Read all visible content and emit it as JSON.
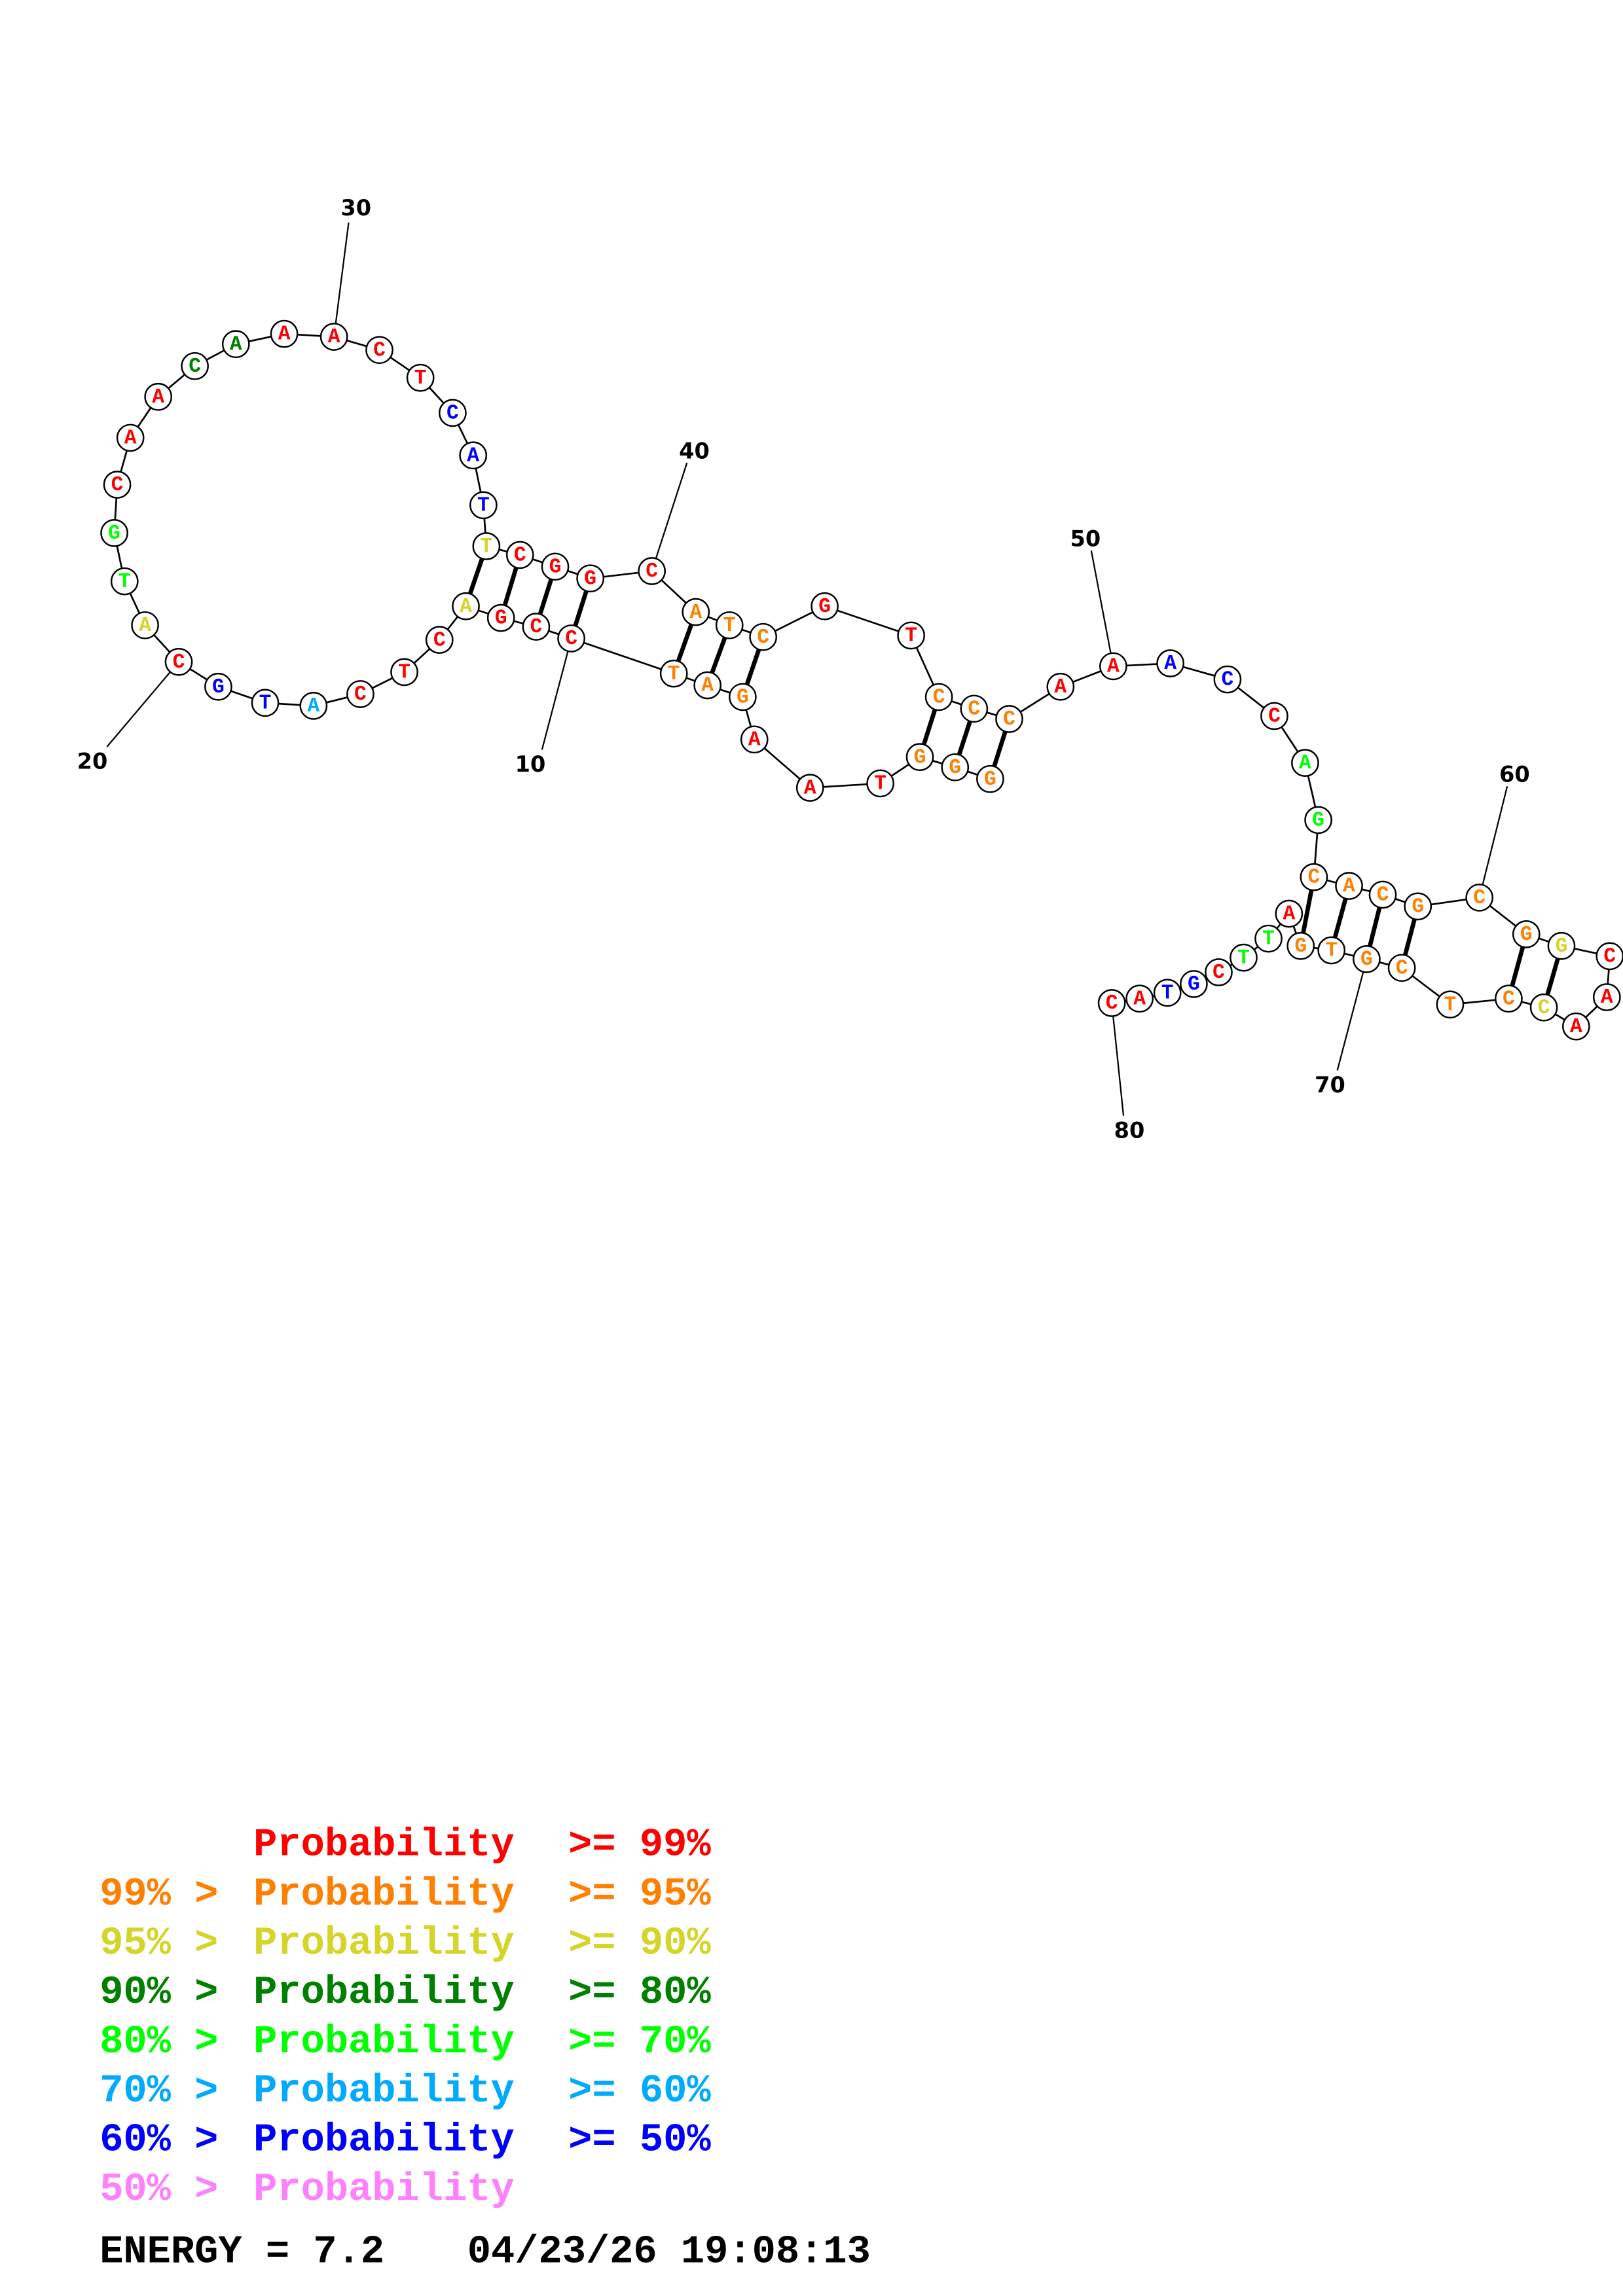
{
  "colors": {
    "p99": "#ff0000",
    "p95": "#ff8000",
    "p90": "#d4d42a",
    "p80": "#008000",
    "p70": "#00ff00",
    "p60": "#00aaff",
    "p50": "#0000ff",
    "plow": "#ff80ff"
  },
  "sequence": [
    {
      "n": 1,
      "base": "G",
      "c": "p95"
    },
    {
      "n": 2,
      "base": "G",
      "c": "p95"
    },
    {
      "n": 3,
      "base": "G",
      "c": "p95"
    },
    {
      "n": 4,
      "base": "T",
      "c": "p99"
    },
    {
      "n": 5,
      "base": "A",
      "c": "p99"
    },
    {
      "n": 6,
      "base": "A",
      "c": "p99"
    },
    {
      "n": 7,
      "base": "G",
      "c": "p95"
    },
    {
      "n": 8,
      "base": "A",
      "c": "p95"
    },
    {
      "n": 9,
      "base": "T",
      "c": "p95"
    },
    {
      "n": 10,
      "base": "C",
      "c": "p99"
    },
    {
      "n": 11,
      "base": "C",
      "c": "p99"
    },
    {
      "n": 12,
      "base": "G",
      "c": "p99"
    },
    {
      "n": 13,
      "base": "A",
      "c": "p90"
    },
    {
      "n": 14,
      "base": "C",
      "c": "p99"
    },
    {
      "n": 15,
      "base": "T",
      "c": "p99"
    },
    {
      "n": 16,
      "base": "C",
      "c": "p99"
    },
    {
      "n": 17,
      "base": "A",
      "c": "p60"
    },
    {
      "n": 18,
      "base": "T",
      "c": "p50"
    },
    {
      "n": 19,
      "base": "G",
      "c": "p50"
    },
    {
      "n": 20,
      "base": "C",
      "c": "p99"
    },
    {
      "n": 21,
      "base": "A",
      "c": "p90"
    },
    {
      "n": 22,
      "base": "T",
      "c": "p70"
    },
    {
      "n": 23,
      "base": "G",
      "c": "p70"
    },
    {
      "n": 24,
      "base": "C",
      "c": "p99"
    },
    {
      "n": 25,
      "base": "A",
      "c": "p99"
    },
    {
      "n": 26,
      "base": "A",
      "c": "p99"
    },
    {
      "n": 27,
      "base": "C",
      "c": "p80"
    },
    {
      "n": 28,
      "base": "A",
      "c": "p80"
    },
    {
      "n": 29,
      "base": "A",
      "c": "p99"
    },
    {
      "n": 30,
      "base": "A",
      "c": "p99"
    },
    {
      "n": 31,
      "base": "C",
      "c": "p99"
    },
    {
      "n": 32,
      "base": "T",
      "c": "p99"
    },
    {
      "n": 33,
      "base": "C",
      "c": "p50"
    },
    {
      "n": 34,
      "base": "A",
      "c": "p50"
    },
    {
      "n": 35,
      "base": "T",
      "c": "p50"
    },
    {
      "n": 36,
      "base": "T",
      "c": "p90"
    },
    {
      "n": 37,
      "base": "C",
      "c": "p99"
    },
    {
      "n": 38,
      "base": "G",
      "c": "p99"
    },
    {
      "n": 39,
      "base": "G",
      "c": "p99"
    },
    {
      "n": 40,
      "base": "C",
      "c": "p99"
    },
    {
      "n": 41,
      "base": "A",
      "c": "p95"
    },
    {
      "n": 42,
      "base": "T",
      "c": "p95"
    },
    {
      "n": 43,
      "base": "C",
      "c": "p95"
    },
    {
      "n": 44,
      "base": "G",
      "c": "p99"
    },
    {
      "n": 45,
      "base": "T",
      "c": "p99"
    },
    {
      "n": 46,
      "base": "C",
      "c": "p95"
    },
    {
      "n": 47,
      "base": "C",
      "c": "p95"
    },
    {
      "n": 48,
      "base": "C",
      "c": "p95"
    },
    {
      "n": 49,
      "base": "A",
      "c": "p99"
    },
    {
      "n": 50,
      "base": "A",
      "c": "p99"
    },
    {
      "n": 51,
      "base": "A",
      "c": "p50"
    },
    {
      "n": 52,
      "base": "C",
      "c": "p50"
    },
    {
      "n": 53,
      "base": "C",
      "c": "p99"
    },
    {
      "n": 54,
      "base": "A",
      "c": "p70"
    },
    {
      "n": 55,
      "base": "G",
      "c": "p70"
    },
    {
      "n": 56,
      "base": "C",
      "c": "p95"
    },
    {
      "n": 57,
      "base": "A",
      "c": "p95"
    },
    {
      "n": 58,
      "base": "C",
      "c": "p95"
    },
    {
      "n": 59,
      "base": "G",
      "c": "p95"
    },
    {
      "n": 60,
      "base": "C",
      "c": "p95"
    },
    {
      "n": 61,
      "base": "G",
      "c": "p95"
    },
    {
      "n": 62,
      "base": "G",
      "c": "p90"
    },
    {
      "n": 63,
      "base": "C",
      "c": "p99"
    },
    {
      "n": 64,
      "base": "A",
      "c": "p99"
    },
    {
      "n": 65,
      "base": "A",
      "c": "p99"
    },
    {
      "n": 66,
      "base": "C",
      "c": "p90"
    },
    {
      "n": 67,
      "base": "C",
      "c": "p95"
    },
    {
      "n": 68,
      "base": "T",
      "c": "p95"
    },
    {
      "n": 69,
      "base": "C",
      "c": "p95"
    },
    {
      "n": 70,
      "base": "G",
      "c": "p95"
    },
    {
      "n": 71,
      "base": "T",
      "c": "p95"
    },
    {
      "n": 72,
      "base": "G",
      "c": "p95"
    },
    {
      "n": 73,
      "base": "A",
      "c": "p99"
    },
    {
      "n": 74,
      "base": "T",
      "c": "p70"
    },
    {
      "n": 75,
      "base": "T",
      "c": "p70"
    },
    {
      "n": 76,
      "base": "C",
      "c": "p99"
    },
    {
      "n": 77,
      "base": "G",
      "c": "p50"
    },
    {
      "n": 78,
      "base": "T",
      "c": "p50"
    },
    {
      "n": 79,
      "base": "A",
      "c": "p99"
    },
    {
      "n": 80,
      "base": "C",
      "c": "p99"
    }
  ],
  "pairs": [
    [
      1,
      48
    ],
    [
      2,
      47
    ],
    [
      3,
      46
    ],
    [
      7,
      43
    ],
    [
      8,
      42
    ],
    [
      9,
      41
    ],
    [
      10,
      39
    ],
    [
      11,
      38
    ],
    [
      12,
      37
    ],
    [
      13,
      36
    ],
    [
      56,
      72
    ],
    [
      57,
      71
    ],
    [
      58,
      70
    ],
    [
      59,
      69
    ],
    [
      61,
      67
    ],
    [
      62,
      66
    ]
  ],
  "ticks": [
    {
      "n": 10,
      "label": "10"
    },
    {
      "n": 20,
      "label": "20"
    },
    {
      "n": 30,
      "label": "30"
    },
    {
      "n": 40,
      "label": "40"
    },
    {
      "n": 50,
      "label": "50"
    },
    {
      "n": 60,
      "label": "60"
    },
    {
      "n": 70,
      "label": "70"
    },
    {
      "n": 80,
      "label": "80"
    }
  ],
  "legend": [
    {
      "prefix": "",
      "label": "Probability",
      "suffix": ">= 99%",
      "c": "p99"
    },
    {
      "prefix": "99% >",
      "label": "Probability",
      "suffix": ">= 95%",
      "c": "p95"
    },
    {
      "prefix": "95% >",
      "label": "Probability",
      "suffix": ">= 90%",
      "c": "p90"
    },
    {
      "prefix": "90% >",
      "label": "Probability",
      "suffix": ">= 80%",
      "c": "p80"
    },
    {
      "prefix": "80% >",
      "label": "Probability",
      "suffix": ">= 70%",
      "c": "p70"
    },
    {
      "prefix": "70% >",
      "label": "Probability",
      "suffix": ">= 60%",
      "c": "p60"
    },
    {
      "prefix": "60% >",
      "label": "Probability",
      "suffix": ">= 50%",
      "c": "p50"
    },
    {
      "prefix": "50% >",
      "label": "Probability",
      "suffix": "",
      "c": "plow"
    }
  ],
  "footer": {
    "energy": "ENERGY = 7.2",
    "timestamp": "04/23/26 19:08:13"
  }
}
